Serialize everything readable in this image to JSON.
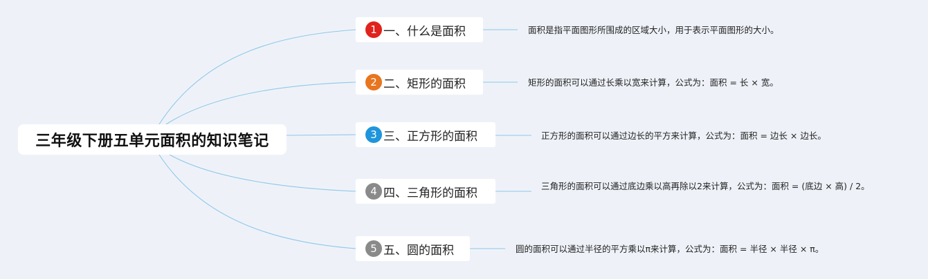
{
  "root": {
    "title": "三年级下册五单元面积的知识笔记"
  },
  "branches": [
    {
      "number": "1",
      "label": "一、什么是面积",
      "badge_color": "#e0231c",
      "note": "面积是指平面图形所围成的区域大小，用于表示平面图形的大小。"
    },
    {
      "number": "2",
      "label": "二、矩形的面积",
      "badge_color": "#e8751f",
      "note": "矩形的面积可以通过长乘以宽来计算，公式为：面积 = 长 × 宽。"
    },
    {
      "number": "3",
      "label": "三、正方形的面积",
      "badge_color": "#1f95db",
      "note": "正方形的面积可以通过边长的平方来计算，公式为：面积 = 边长 × 边长。"
    },
    {
      "number": "4",
      "label": "四、三角形的面积",
      "badge_color": "#8a8a8a",
      "note": "三角形的面积可以通过底边乘以高再除以2来计算，公式为：面积 = (底边 × 高) / 2。"
    },
    {
      "number": "5",
      "label": "五、圆的面积",
      "badge_color": "#8a8a8a",
      "note": "圆的面积可以通过半径的平方乘以π来计算，公式为：面积 = 半径 × 半径 × π。"
    }
  ],
  "colors": {
    "background": "#eef2f8",
    "connector": "#8fc7ea"
  }
}
